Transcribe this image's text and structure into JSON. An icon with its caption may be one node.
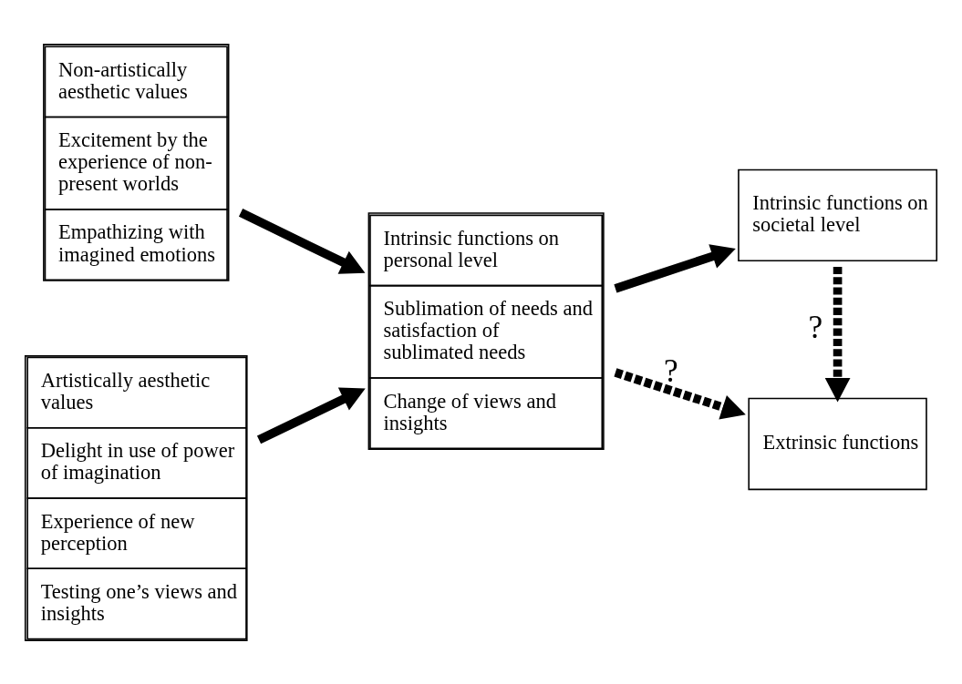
{
  "diagram": {
    "nodes": [
      {
        "text": [
          "Non-artistically aesthetic values",
          "Excitement by the experience of non-present worlds",
          "Empathizing with imagined emotions"
        ]
      },
      {
        "text": [
          "Artistically aesthetic values",
          "Delight in use of power of imagination",
          "Experience of new perception",
          "Testing one’s views and insights"
        ]
      },
      {
        "text": [
          "Intrinsic functions on personal level",
          "Sublimation of needs and satisfaction of sublimated needs",
          "Change of views and insights"
        ]
      },
      {
        "text": [
          "Intrinsic functions on societal level"
        ]
      },
      {
        "text": [
          "Extrinsic functions"
        ]
      }
    ],
    "edges": [
      {
        "from": 0,
        "to": 2,
        "arrow": "to"
      },
      {
        "from": 1,
        "to": 2,
        "arrow": "to"
      },
      {
        "from": 2,
        "to": 3,
        "arrow": "to"
      },
      {
        "from": 2,
        "to": 4,
        "arrow": "to",
        "style": "dashed",
        "label": "?"
      },
      {
        "from": 3,
        "to": 4,
        "arrow": "to",
        "style": "dashed",
        "label": "?"
      }
    ]
  }
}
